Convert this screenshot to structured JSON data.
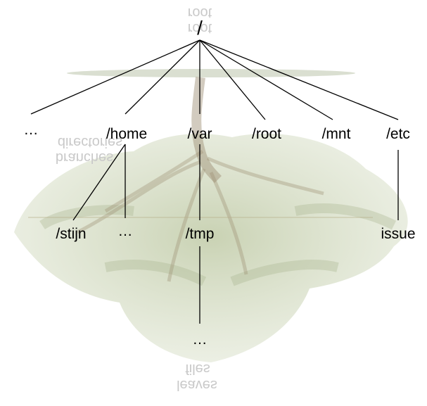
{
  "root": {
    "label": "/"
  },
  "level1": [
    {
      "id": "dots1",
      "label": "…"
    },
    {
      "id": "home",
      "label": "/home"
    },
    {
      "id": "var",
      "label": "/var"
    },
    {
      "id": "rootdir",
      "label": "/root"
    },
    {
      "id": "mnt",
      "label": "/mnt"
    },
    {
      "id": "etc",
      "label": "/etc"
    }
  ],
  "level2": [
    {
      "id": "stijn",
      "label": "/stijn",
      "parent": "home"
    },
    {
      "id": "dots2",
      "label": "…",
      "parent": "home"
    },
    {
      "id": "tmp",
      "label": "/tmp",
      "parent": "var"
    },
    {
      "id": "issue",
      "label": "issue",
      "parent": "etc"
    }
  ],
  "level3": [
    {
      "id": "dots3",
      "label": "…",
      "parent": "tmp"
    }
  ],
  "faint_labels": {
    "root_top": "root",
    "root_bottom": "root",
    "branches_top": "directories",
    "branches_bottom": "branches",
    "leaves_top": "files",
    "leaves_bottom": "leaves"
  },
  "colors": {
    "line": "#000000",
    "tree_foliage": "#9fb07f",
    "tree_trunk": "#8a7a5e",
    "ground": "#c8d0b8"
  }
}
